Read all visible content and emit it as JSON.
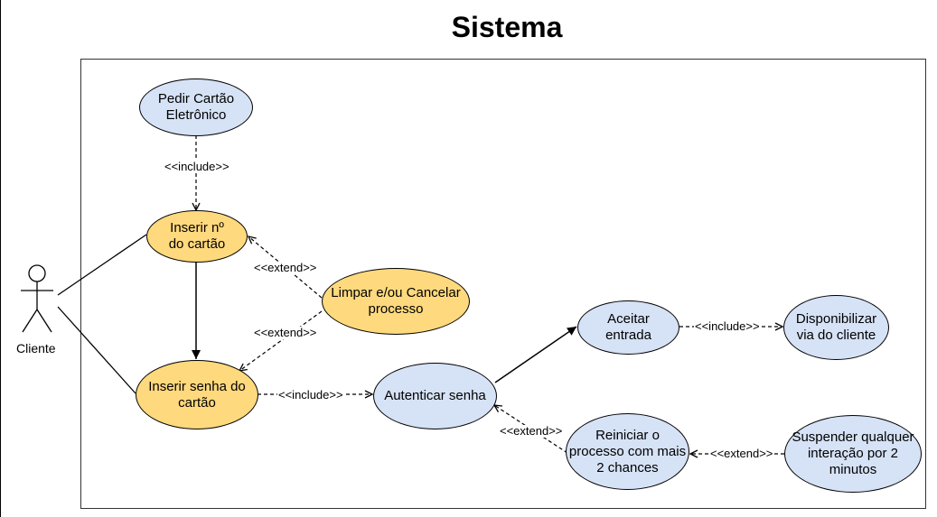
{
  "title": "Sistema",
  "actor": {
    "name": "Cliente"
  },
  "use_cases": {
    "pedir_cartao": "Pedir Cartão\nEletrônico",
    "inserir_cartao": "Inserir nº\ndo cartão",
    "inserir_senha": "Inserir senha do\ncartão",
    "limpar_cancelar": "Limpar e/ou Cancelar\nprocesso",
    "autenticar": "Autenticar senha",
    "aceitar": "Aceitar\nentrada",
    "disponibilizar": "Disponibilizar\nvia do cliente",
    "reiniciar": "Reiniciar o\nprocesso com mais\n2 chances",
    "suspender": "Suspender qualquer\ninteração por 2\nminutos"
  },
  "relations": {
    "include_1": "<<include>>",
    "extend_1": "<<extend>>",
    "extend_2": "<<extend>>",
    "include_2": "<<include>>",
    "include_3": "<<include>>",
    "extend_3": "<<extend>>",
    "extend_4": "<<extend>>"
  },
  "colors": {
    "primary_case": "#ffd97d",
    "secondary_case": "#d6e2f5",
    "line": "#000000"
  }
}
